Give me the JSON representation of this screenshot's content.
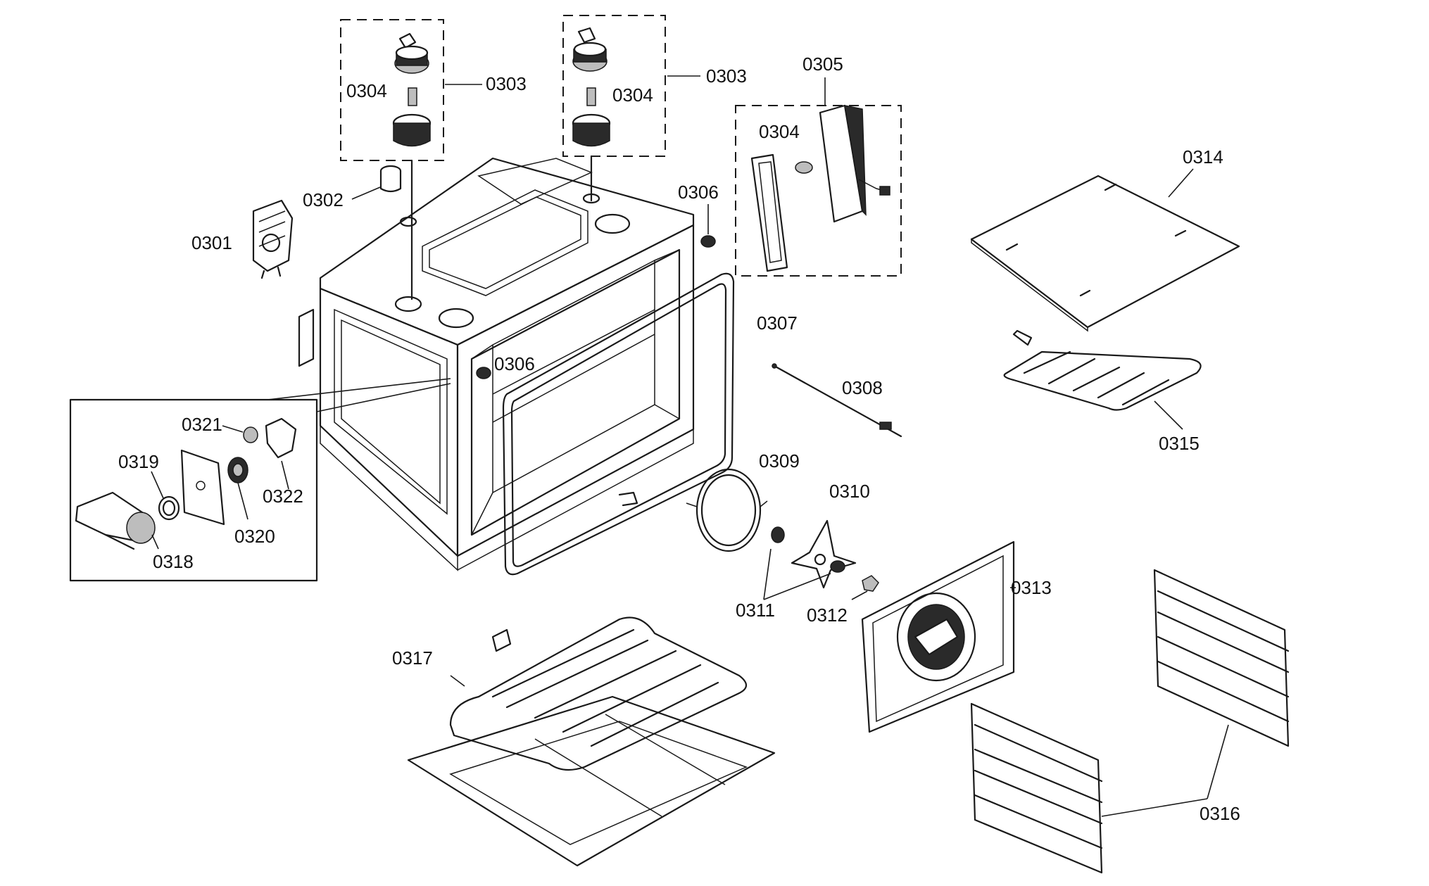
{
  "labels": {
    "p0301": "0301",
    "p0302": "0302",
    "p0303_left": "0303",
    "p0303_right": "0303",
    "p0304_left": "0304",
    "p0304_mid": "0304",
    "p0304_right": "0304",
    "p0305": "0305",
    "p0306_top": "0306",
    "p0306_front": "0306",
    "p0307": "0307",
    "p0308": "0308",
    "p0309": "0309",
    "p0310": "0310",
    "p0311": "0311",
    "p0312": "0312",
    "p0313": "0313",
    "p0314": "0314",
    "p0315": "0315",
    "p0316": "0316",
    "p0317": "0317",
    "p0318": "0318",
    "p0319": "0319",
    "p0320": "0320",
    "p0321": "0321",
    "p0322": "0322"
  }
}
